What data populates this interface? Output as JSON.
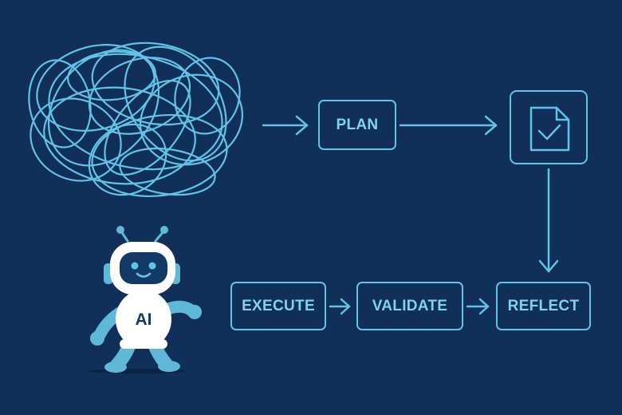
{
  "diagram": {
    "nodes": {
      "plan": "PLAN",
      "execute": "EXECUTE",
      "validate": "VALIDATE",
      "reflect": "REFLECT"
    },
    "robot": {
      "chest_label": "AI"
    },
    "icons": {
      "tangle": "tangled-scribble-icon",
      "document": "document-check-icon",
      "robot": "robot-icon"
    },
    "colors": {
      "background": "#10305a",
      "accent": "#61c3e6",
      "text": "#7fd3ef",
      "robot_body": "#ffffff",
      "robot_limbs": "#5fb8d8"
    }
  }
}
